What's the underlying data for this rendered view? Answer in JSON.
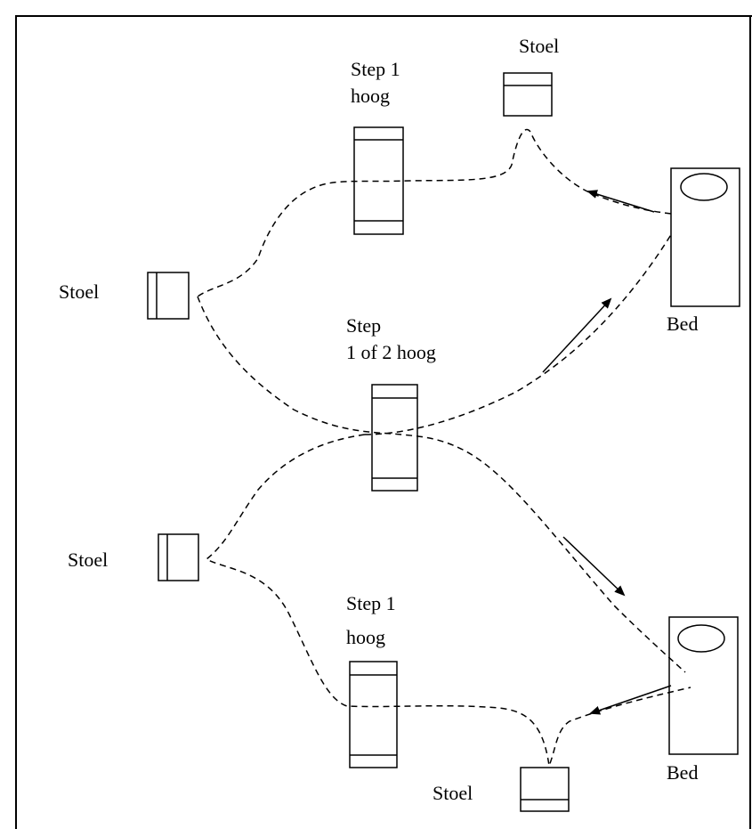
{
  "labels": {
    "step_top_line1": "Step 1",
    "step_top_line2": "hoog",
    "stoel_top": "Stoel",
    "stoel_left_upper": "Stoel",
    "step_mid_line1": "Step",
    "step_mid_line2": "1 of 2 hoog",
    "bed_upper": "Bed",
    "stoel_left_lower": "Stoel",
    "step_bottom_line1": "Step 1",
    "step_bottom_line2": "hoog",
    "bed_lower": "Bed",
    "stoel_bottom": "Stoel"
  },
  "colors": {
    "stroke": "#000000",
    "background": "#ffffff"
  }
}
